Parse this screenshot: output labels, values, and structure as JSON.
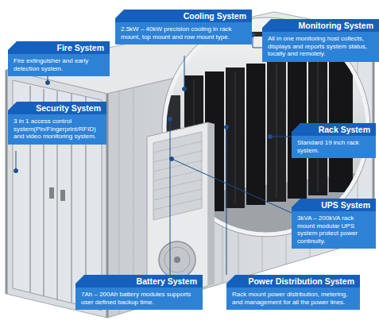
{
  "diagram": {
    "nodes": [
      {
        "text": [
          "Cooling System",
          "2.5kW – 40kW precision cooling in rack mount, top mount and row mount type."
        ]
      },
      {
        "text": [
          "Monitoring System",
          "All in one monitoring host collects, displays and reports system status, locally and remotely."
        ]
      },
      {
        "text": [
          "Fire System",
          "Fire extinguisher and early detection system."
        ]
      },
      {
        "text": [
          "Security System",
          "3 in 1 access control system(Pin/Fingerprint/RFID) and video monitoring system."
        ]
      },
      {
        "text": [
          "Rack System",
          "Standard 19 inch rack system."
        ]
      },
      {
        "text": [
          "UPS System",
          "3kVA – 200kVA rack mount modular UPS system protect power continuity."
        ]
      },
      {
        "text": [
          "Battery System",
          "7Ah – 200Ah battery modules supports user defined backup time."
        ]
      },
      {
        "text": [
          "Power Distribution System",
          "Rack mount power distribution, metering, and management for all the power lines."
        ]
      }
    ]
  }
}
